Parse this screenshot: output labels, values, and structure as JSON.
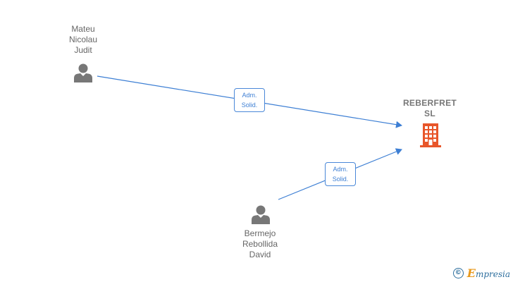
{
  "nodes": {
    "person1": {
      "name_lines": [
        "Mateu",
        "Nicolau",
        "Judit"
      ],
      "icon": "person-icon",
      "color": "#777777"
    },
    "person2": {
      "name_lines": [
        "Bermejo",
        "Rebollida",
        "David"
      ],
      "icon": "person-icon",
      "color": "#777777"
    },
    "company": {
      "name_lines": [
        "REBERFRET",
        "SL"
      ],
      "icon": "building-icon",
      "color": "#e8562a"
    }
  },
  "edges": [
    {
      "from": "person1",
      "to": "company",
      "label_lines": [
        "Adm.",
        "Solid."
      ]
    },
    {
      "from": "person2",
      "to": "company",
      "label_lines": [
        "Adm.",
        "Solid."
      ]
    }
  ],
  "colors": {
    "edge": "#3d7fd4",
    "brand_accent": "#e8991c",
    "brand": "#2e6f9e"
  },
  "footer": {
    "copyright_symbol": "©",
    "brand_first": "E",
    "brand_rest": "mpresia"
  }
}
